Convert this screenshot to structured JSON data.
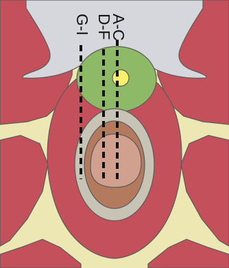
{
  "colors": {
    "background": "#ede7b4",
    "muscle": "#c4505c",
    "bone": "#d6d7dd",
    "green_region": "#8eba68",
    "yellow_marker": "#f6f06c",
    "outer_ring": "#c7c4b6",
    "middle_ring": "#b47a5e",
    "inner_core": "#d2a08e",
    "dashed_line": "#111111"
  },
  "scan_lines": [
    {
      "id": "a-c",
      "label": "A-C"
    },
    {
      "id": "d-f",
      "label": "D-F"
    },
    {
      "id": "g-i",
      "label": "G-I"
    }
  ]
}
